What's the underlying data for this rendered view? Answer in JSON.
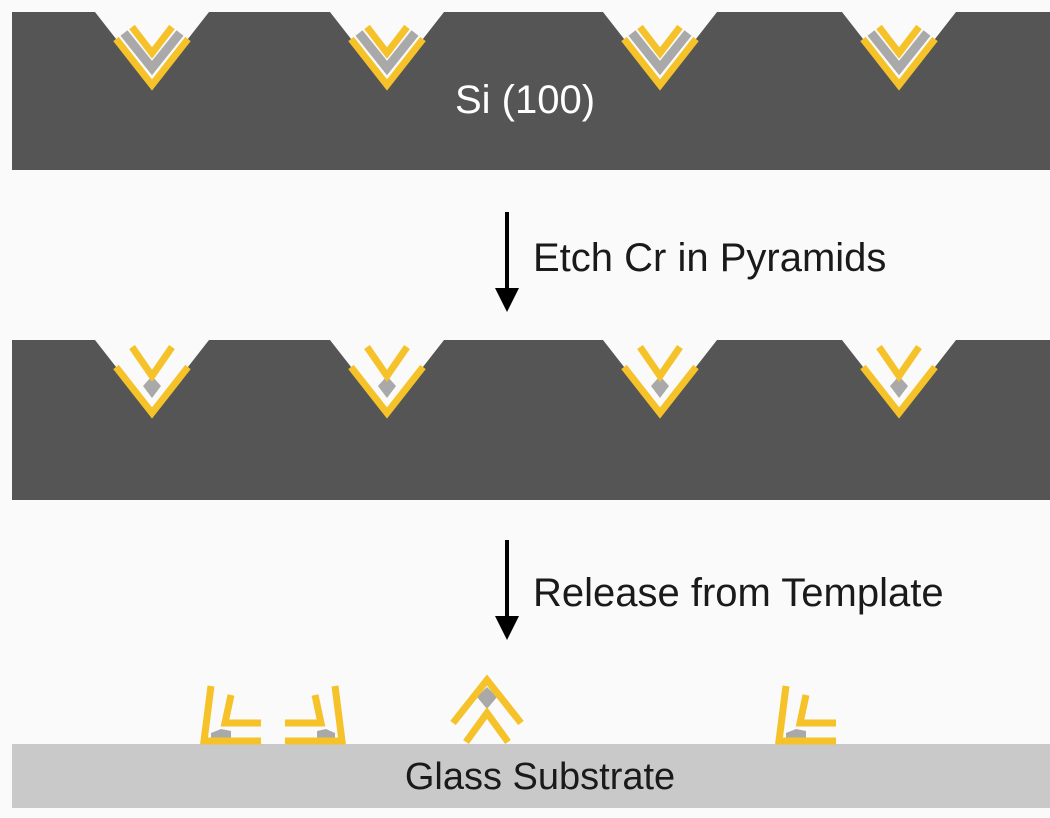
{
  "labels": {
    "top_substrate": "Si (100)",
    "step1": "Etch Cr in Pyramids",
    "step2": "Release from Template",
    "bottom_substrate": "Glass Substrate"
  },
  "colors": {
    "silicon": "#555555",
    "gold": "#F5C22A",
    "chromium": "#A9A9A9",
    "glass": "#C9C9C9",
    "background": "#FAFAFA",
    "text_light": "#FFFFFF",
    "text_dark": "#1a1a1a",
    "arrow": "#000000"
  }
}
